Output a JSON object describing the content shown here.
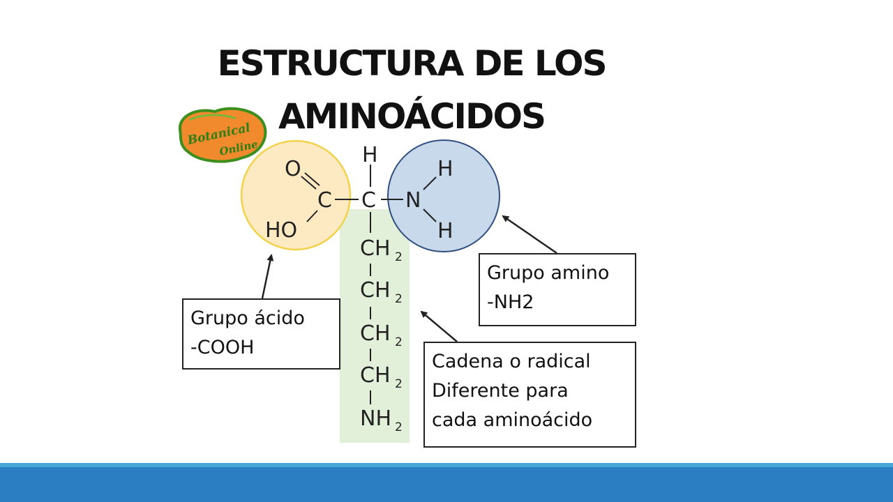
{
  "title": {
    "line1": "ESTRUCTURA DE LOS",
    "line2": "AMINOÁCIDOS"
  },
  "logo": {
    "text1": "Botanical",
    "text2": "Online"
  },
  "molecule": {
    "acid_o": "O",
    "acid_c": "C",
    "acid_ho": "HO",
    "alpha_h": "H",
    "alpha_c": "C",
    "amine_n": "N",
    "amine_h1": "H",
    "amine_h2": "H",
    "chain": [
      {
        "main": "CH",
        "sub": "2"
      },
      {
        "main": "CH",
        "sub": "2"
      },
      {
        "main": "CH",
        "sub": "2"
      },
      {
        "main": "CH",
        "sub": "2"
      },
      {
        "main": "NH",
        "sub": "2"
      }
    ]
  },
  "labels": {
    "acid": {
      "line1": "Grupo ácido",
      "line2": "-COOH"
    },
    "amino": {
      "line1": "Grupo amino",
      "line2": "-NH2"
    },
    "chain": {
      "line1": "Cadena o radical",
      "line2": "Diferente para",
      "line3": "cada aminoácido"
    }
  },
  "colors": {
    "acid_circle_fill": "#fde9c2",
    "acid_circle_stroke": "#f2d24a",
    "amino_circle_fill": "#c9d9ec",
    "amino_circle_stroke": "#2f4f7f",
    "chain_highlight": "#e3f0d9",
    "footer": "#2a7ec1",
    "footer_accent": "#4aa6d9"
  }
}
